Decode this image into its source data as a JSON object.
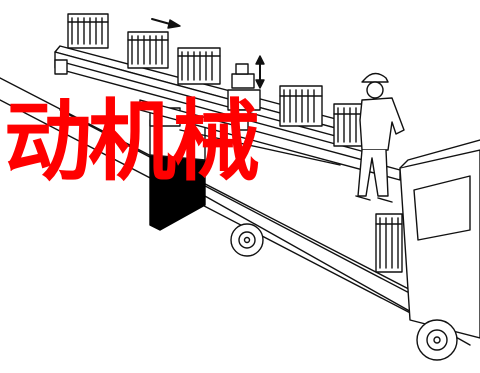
{
  "overlay": {
    "title": "动机械",
    "color": "#ff0000"
  },
  "illustration": {
    "ink_color": "#111111",
    "paper_color": "#ffffff",
    "block_color": "#000000",
    "elements": [
      "truck",
      "worker-with-hardhat",
      "overhead-transfer-beam",
      "book-bundles",
      "direction-arrow",
      "lift-arrow",
      "machine-base"
    ]
  }
}
